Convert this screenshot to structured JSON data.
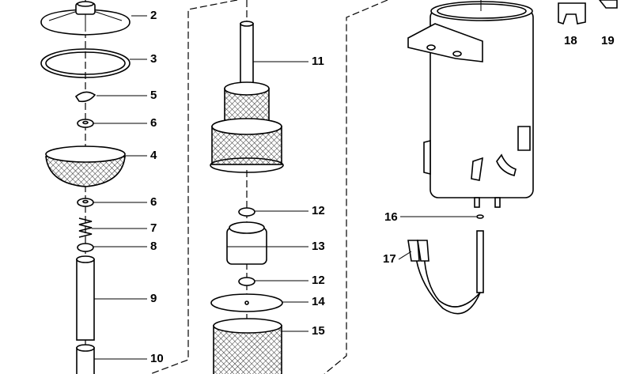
{
  "diagram": {
    "callouts": [
      {
        "id": "2",
        "text": "2"
      },
      {
        "id": "3",
        "text": "3"
      },
      {
        "id": "5",
        "text": "5"
      },
      {
        "id": "6a",
        "text": "6"
      },
      {
        "id": "4",
        "text": "4"
      },
      {
        "id": "6b",
        "text": "6"
      },
      {
        "id": "7",
        "text": "7"
      },
      {
        "id": "8",
        "text": "8"
      },
      {
        "id": "9",
        "text": "9"
      },
      {
        "id": "10",
        "text": "10"
      },
      {
        "id": "11",
        "text": "11"
      },
      {
        "id": "12a",
        "text": "12"
      },
      {
        "id": "13",
        "text": "13"
      },
      {
        "id": "12b",
        "text": "12"
      },
      {
        "id": "14",
        "text": "14"
      },
      {
        "id": "15",
        "text": "15"
      },
      {
        "id": "16",
        "text": "16"
      },
      {
        "id": "17",
        "text": "17"
      },
      {
        "id": "18",
        "text": "18"
      },
      {
        "id": "19",
        "text": "19"
      }
    ]
  }
}
